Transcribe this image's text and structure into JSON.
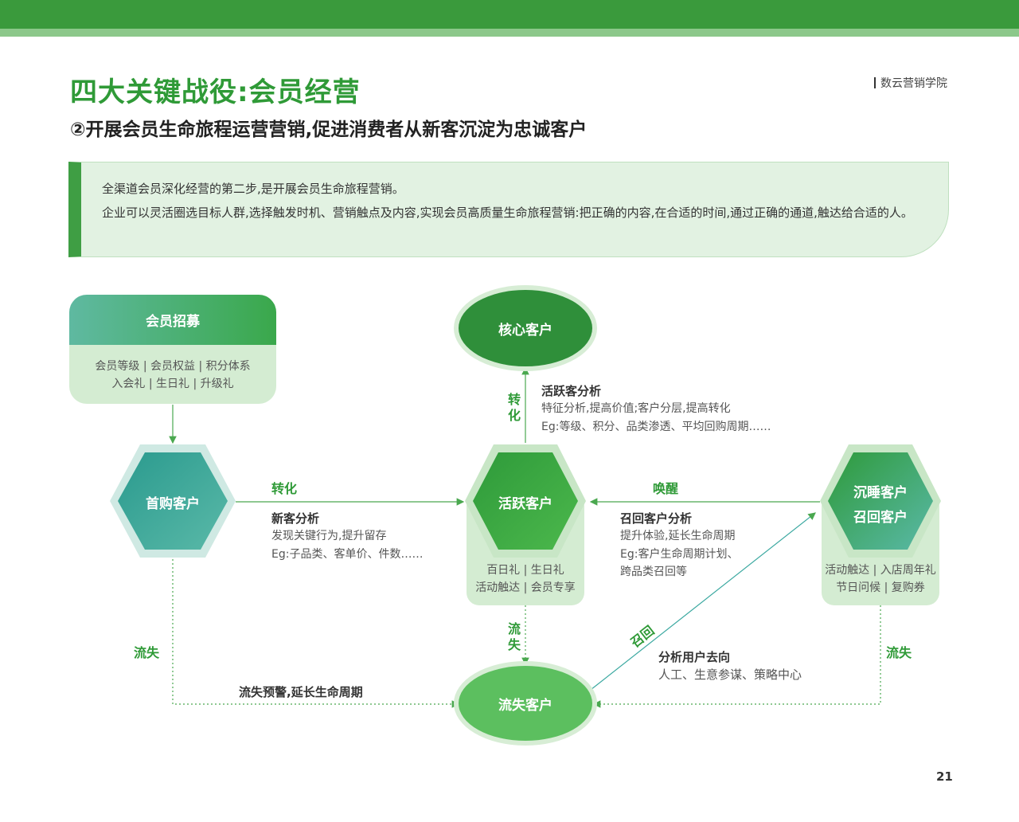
{
  "header": {
    "title": "四大关键战役:会员经营",
    "subtitle": "②开展会员生命旅程运营营销,促进消费者从新客沉淀为忠诚客户",
    "brand": "数云营销学院"
  },
  "intro": {
    "line1": "全渠道会员深化经营的第二步,是开展会员生命旅程营销。",
    "line2": "企业可以灵活圈选目标人群,选择触发时机、营销触点及内容,实现会员高质量生命旅程营销:把正确的内容,在合适的时间,通过正确的通道,触达给合适的人。"
  },
  "diagram": {
    "recruit": {
      "title": "会员招募",
      "line1": "会员等级 | 会员权益 | 积分体系",
      "line2": "入会礼 | 生日礼 | 升级礼"
    },
    "first_buy": {
      "title": "首购客户"
    },
    "active": {
      "title": "活跃客户",
      "line1": "百日礼 | 生日礼",
      "line2": "活动触达 | 会员专享"
    },
    "dormant": {
      "title1": "沉睡客户",
      "title2": "召回客户",
      "line1": "活动触达 | 入店周年礼",
      "line2": "节日问候 | 复购券"
    },
    "core": {
      "title": "核心客户"
    },
    "lost": {
      "title": "流失客户"
    },
    "labels": {
      "convert_h": "转化",
      "convert_v": "转化",
      "wake": "唤醒",
      "lost_left": "流失",
      "lost_mid": "流失",
      "lost_right": "流失",
      "recall": "召回"
    },
    "active_analysis": {
      "title": "活跃客分析",
      "line1": "特征分析,提高价值;客户分层,提高转化",
      "line2": "Eg:等级、积分、品类渗透、平均回购周期……"
    },
    "new_analysis": {
      "title": "新客分析",
      "line1": "发现关键行为,提升留存",
      "line2": "Eg:子品类、客单价、件数……"
    },
    "recall_analysis": {
      "title": "召回客户分析",
      "line1": "提升体验,延长生命周期",
      "line2": "Eg:客户生命周期计划、",
      "line3": "跨品类召回等"
    },
    "user_direction": {
      "title": "分析用户去向",
      "line1": "人工、生意参谋、策略中心"
    },
    "lost_warning": "流失预警,延长生命周期"
  },
  "page_number": "21",
  "colors": {
    "primary": "#3a9a3c",
    "light": "#d4ecd2",
    "accent": "#2f9a37"
  }
}
